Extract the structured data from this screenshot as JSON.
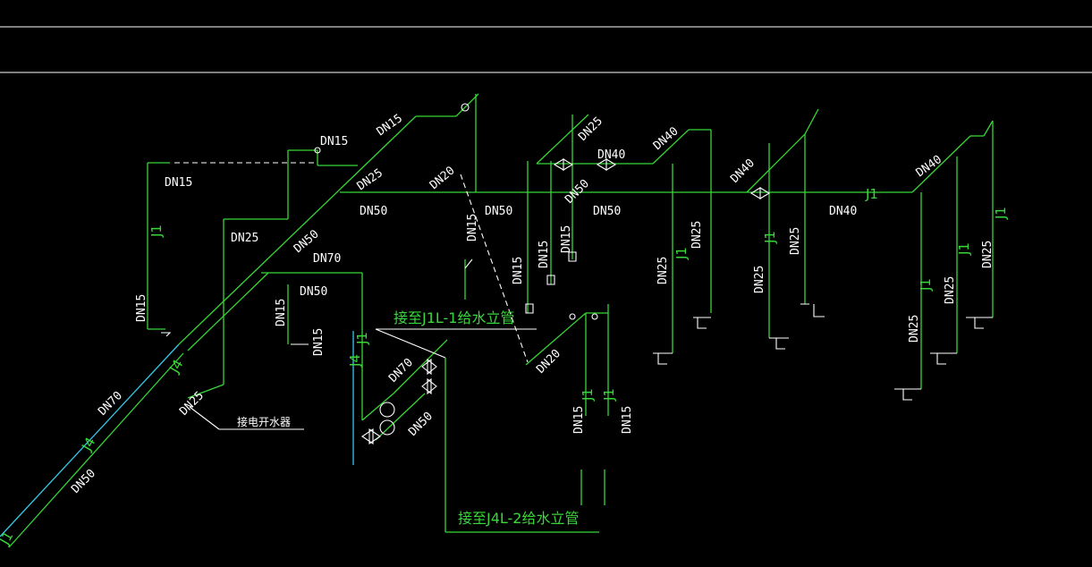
{
  "drawing": {
    "background": "#000000",
    "colors": {
      "pipe": "#37d637",
      "symbol": "#ffffff",
      "pipe_cyan": "#35c8e8",
      "note": "#39d739"
    },
    "pipe_labels": [
      "DN15",
      "DN15",
      "DN15",
      "DN25",
      "DN25",
      "DN50",
      "DN50",
      "DN70",
      "DN50",
      "DN15",
      "DN15",
      "DN70",
      "DN50",
      "DN70",
      "DN50",
      "DN25",
      "DN20",
      "DN15",
      "DN50",
      "DN15",
      "DN15",
      "DN15",
      "DN25",
      "DN40",
      "DN50",
      "DN50",
      "DN20",
      "DN40",
      "DN25",
      "DN25",
      "DN40",
      "DN25",
      "DN25",
      "DN40",
      "DN40",
      "DN25",
      "DN25",
      "DN25",
      "DN15",
      "DN15"
    ],
    "riser_labels": [
      "J1",
      "J4",
      "J4",
      "J1",
      "J4",
      "J1",
      "J1",
      "J1",
      "J1",
      "J1",
      "J1",
      "J1",
      "J1",
      "J1"
    ],
    "notes": {
      "to_j1l1": "接至J1L-1给水立管",
      "to_j4l2": "接至J4L-2给水立管",
      "water_heater": "接电开水器"
    }
  }
}
